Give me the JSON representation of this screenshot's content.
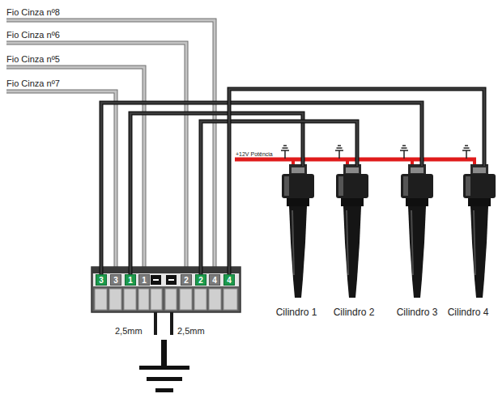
{
  "diagram": {
    "nodes": [
      {
        "text": [
          "3"
        ]
      },
      {
        "text": [
          "3"
        ]
      },
      {
        "text": [
          "1"
        ]
      },
      {
        "text": [
          "1"
        ]
      },
      {
        "text": [
          "2"
        ]
      },
      {
        "text": [
          "2"
        ]
      },
      {
        "text": [
          "4"
        ]
      },
      {
        "text": [
          "4"
        ]
      },
      {
        "text": [
          "Cilindro 1"
        ]
      },
      {
        "text": [
          "Cilindro 2"
        ]
      },
      {
        "text": [
          "Cilindro 3"
        ]
      },
      {
        "text": [
          "Cilindro 4"
        ]
      }
    ],
    "edges": [
      {
        "from": 0,
        "to": 10,
        "arrow": "none"
      },
      {
        "from": 2,
        "to": 8,
        "arrow": "none"
      },
      {
        "from": 5,
        "to": 9,
        "arrow": "none"
      },
      {
        "from": 7,
        "to": 11,
        "arrow": "none"
      }
    ],
    "labels": [
      "Fio Cinza nº8",
      "Fio Cinza nº6",
      "Fio Cinza nº5",
      "Fio Cinza nº7",
      "+12V Potência",
      "2,5mm",
      "2,5mm"
    ]
  }
}
